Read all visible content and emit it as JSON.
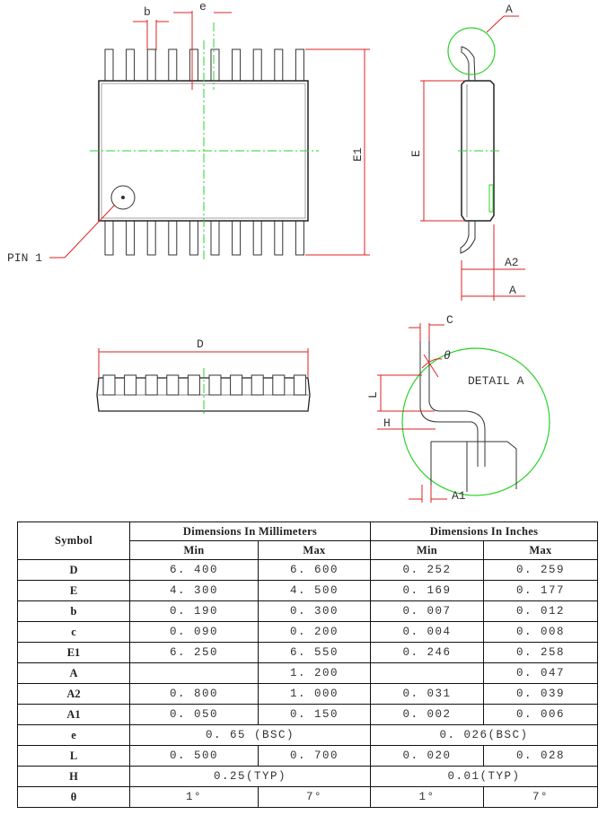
{
  "labels": {
    "b": "b",
    "e": "e",
    "A_callout": "A",
    "E1": "E1",
    "E": "E",
    "pin1": "PIN 1",
    "A2": "A2",
    "A_side": "A",
    "D": "D",
    "C": "C",
    "theta": "θ",
    "detail": "DETAIL A",
    "L": "L",
    "H": "H",
    "A1": "A1"
  },
  "table": {
    "symbol_header": "Symbol",
    "mm_header": "Dimensions In Millimeters",
    "in_header": "Dimensions In Inches",
    "min": "Min",
    "max": "Max",
    "rows": [
      {
        "sym": "D",
        "mm_min": "6. 400",
        "mm_max": "6. 600",
        "in_min": "0. 252",
        "in_max": "0. 259"
      },
      {
        "sym": "E",
        "mm_min": "4. 300",
        "mm_max": "4. 500",
        "in_min": "0. 169",
        "in_max": "0. 177"
      },
      {
        "sym": "b",
        "mm_min": "0. 190",
        "mm_max": "0. 300",
        "in_min": "0. 007",
        "in_max": "0. 012"
      },
      {
        "sym": "c",
        "mm_min": "0. 090",
        "mm_max": "0. 200",
        "in_min": "0. 004",
        "in_max": "0. 008"
      },
      {
        "sym": "E1",
        "mm_min": "6. 250",
        "mm_max": "6. 550",
        "in_min": "0. 246",
        "in_max": "0. 258"
      },
      {
        "sym": "A",
        "mm_min": "",
        "mm_max": "1. 200",
        "in_min": "",
        "in_max": "0. 047"
      },
      {
        "sym": "A2",
        "mm_min": "0. 800",
        "mm_max": "1. 000",
        "in_min": "0. 031",
        "in_max": "0. 039"
      },
      {
        "sym": "A1",
        "mm_min": "0. 050",
        "mm_max": "0. 150",
        "in_min": "0. 002",
        "in_max": "0. 006"
      }
    ],
    "row_e": {
      "sym": "e",
      "mm": "0. 65 (BSC)",
      "in": "0. 026(BSC)"
    },
    "row_L": {
      "sym": "L",
      "mm_min": "0. 500",
      "mm_max": "0. 700",
      "in_min": "0. 020",
      "in_max": "0. 028"
    },
    "row_H": {
      "sym": "H",
      "mm": "0.25(TYP)",
      "in": "0.01(TYP)"
    },
    "row_theta": {
      "sym": "θ",
      "mm_min": "1°",
      "mm_max": "7°",
      "in_min": "1°",
      "in_max": "7°"
    }
  }
}
